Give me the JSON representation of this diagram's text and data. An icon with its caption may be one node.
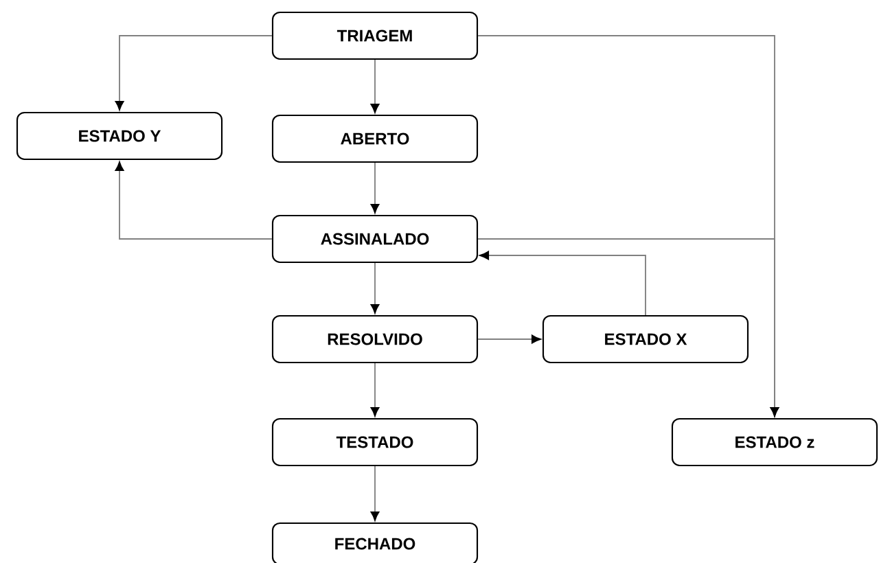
{
  "diagram": {
    "nodes": [
      {
        "text": [
          "TRIAGEM"
        ]
      },
      {
        "text": [
          "ESTADO Y"
        ]
      },
      {
        "text": [
          "ABERTO"
        ]
      },
      {
        "text": [
          "ASSINALADO"
        ]
      },
      {
        "text": [
          "RESOLVIDO"
        ]
      },
      {
        "text": [
          "ESTADO X"
        ]
      },
      {
        "text": [
          "TESTADO"
        ]
      },
      {
        "text": [
          "ESTADO z"
        ]
      },
      {
        "text": [
          "FECHADO"
        ]
      }
    ],
    "edges": [
      {
        "from": 0,
        "to": 1,
        "arrow": "to"
      },
      {
        "from": 0,
        "to": 2,
        "arrow": "to"
      },
      {
        "from": 0,
        "to": 7,
        "arrow": "to"
      },
      {
        "from": 2,
        "to": 3,
        "arrow": "to"
      },
      {
        "from": 3,
        "to": 1,
        "arrow": "to"
      },
      {
        "from": 3,
        "to": 7,
        "arrow": "to"
      },
      {
        "from": 3,
        "to": 4,
        "arrow": "to"
      },
      {
        "from": 4,
        "to": 5,
        "arrow": "to"
      },
      {
        "from": 5,
        "to": 3,
        "arrow": "to"
      },
      {
        "from": 4,
        "to": 6,
        "arrow": "to"
      },
      {
        "from": 6,
        "to": 8,
        "arrow": "to"
      }
    ]
  }
}
